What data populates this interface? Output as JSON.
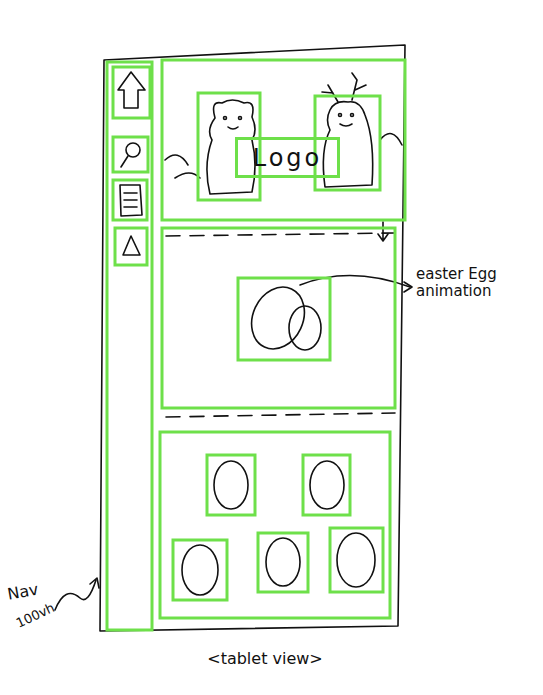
{
  "diagram": {
    "caption": "<tablet view>",
    "nodes": [
      {
        "text": [
          "Logo"
        ]
      }
    ],
    "labels": [
      "easter Egg animation",
      "Nav",
      "100vh"
    ]
  }
}
